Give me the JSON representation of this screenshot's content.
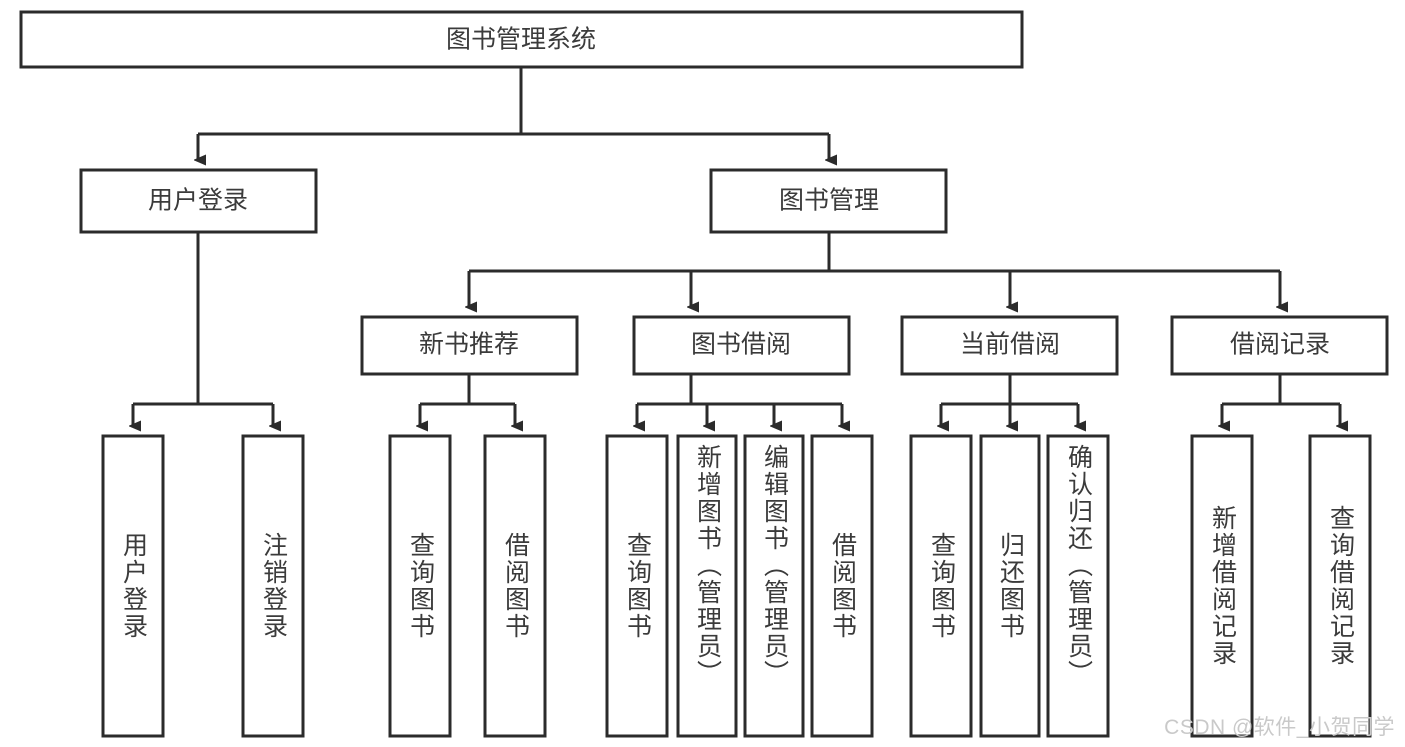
{
  "diagram": {
    "type": "tree",
    "title": "图书管理系统",
    "orientation": "top-down",
    "style": {
      "box_fill": "#ffffff",
      "box_stroke": "#2b2b2b",
      "text_color": "#3b3b3b",
      "connector_color": "#2b2b2b",
      "watermark_color": "#c9c9c9"
    },
    "root": {
      "id": "root",
      "label": "图书管理系统"
    },
    "level2": [
      {
        "id": "user-login",
        "label": "用户登录"
      },
      {
        "id": "book-manage",
        "label": "图书管理"
      }
    ],
    "level3": [
      {
        "id": "new-book-recommend",
        "label": "新书推荐",
        "parent": "book-manage"
      },
      {
        "id": "book-borrow",
        "label": "图书借阅",
        "parent": "book-manage"
      },
      {
        "id": "current-borrow",
        "label": "当前借阅",
        "parent": "book-manage"
      },
      {
        "id": "borrow-record",
        "label": "借阅记录",
        "parent": "book-manage"
      }
    ],
    "leaves": [
      {
        "id": "leaf-user-login",
        "label": "用户登录",
        "parent": "user-login"
      },
      {
        "id": "leaf-user-logout",
        "label": "注销登录",
        "parent": "user-login"
      },
      {
        "id": "leaf-query-book-1",
        "label": "查询图书",
        "parent": "new-book-recommend"
      },
      {
        "id": "leaf-borrow-book-1",
        "label": "借阅图书",
        "parent": "new-book-recommend"
      },
      {
        "id": "leaf-query-book-2",
        "label": "查询图书",
        "parent": "book-borrow"
      },
      {
        "id": "leaf-add-book",
        "label": "新增图书（管理员）",
        "parent": "book-borrow"
      },
      {
        "id": "leaf-edit-book",
        "label": "编辑图书（管理员）",
        "parent": "book-borrow"
      },
      {
        "id": "leaf-borrow-book-2",
        "label": "借阅图书",
        "parent": "book-borrow"
      },
      {
        "id": "leaf-query-book-3",
        "label": "查询图书",
        "parent": "current-borrow"
      },
      {
        "id": "leaf-return-book",
        "label": "归还图书",
        "parent": "current-borrow"
      },
      {
        "id": "leaf-confirm-return",
        "label": "确认归还（管理员）",
        "parent": "current-borrow"
      },
      {
        "id": "leaf-add-record",
        "label": "新增借阅记录",
        "parent": "borrow-record"
      },
      {
        "id": "leaf-query-record",
        "label": "查询借阅记录",
        "parent": "borrow-record"
      }
    ]
  },
  "watermark": {
    "text": "CSDN @软件_小贺同学"
  }
}
